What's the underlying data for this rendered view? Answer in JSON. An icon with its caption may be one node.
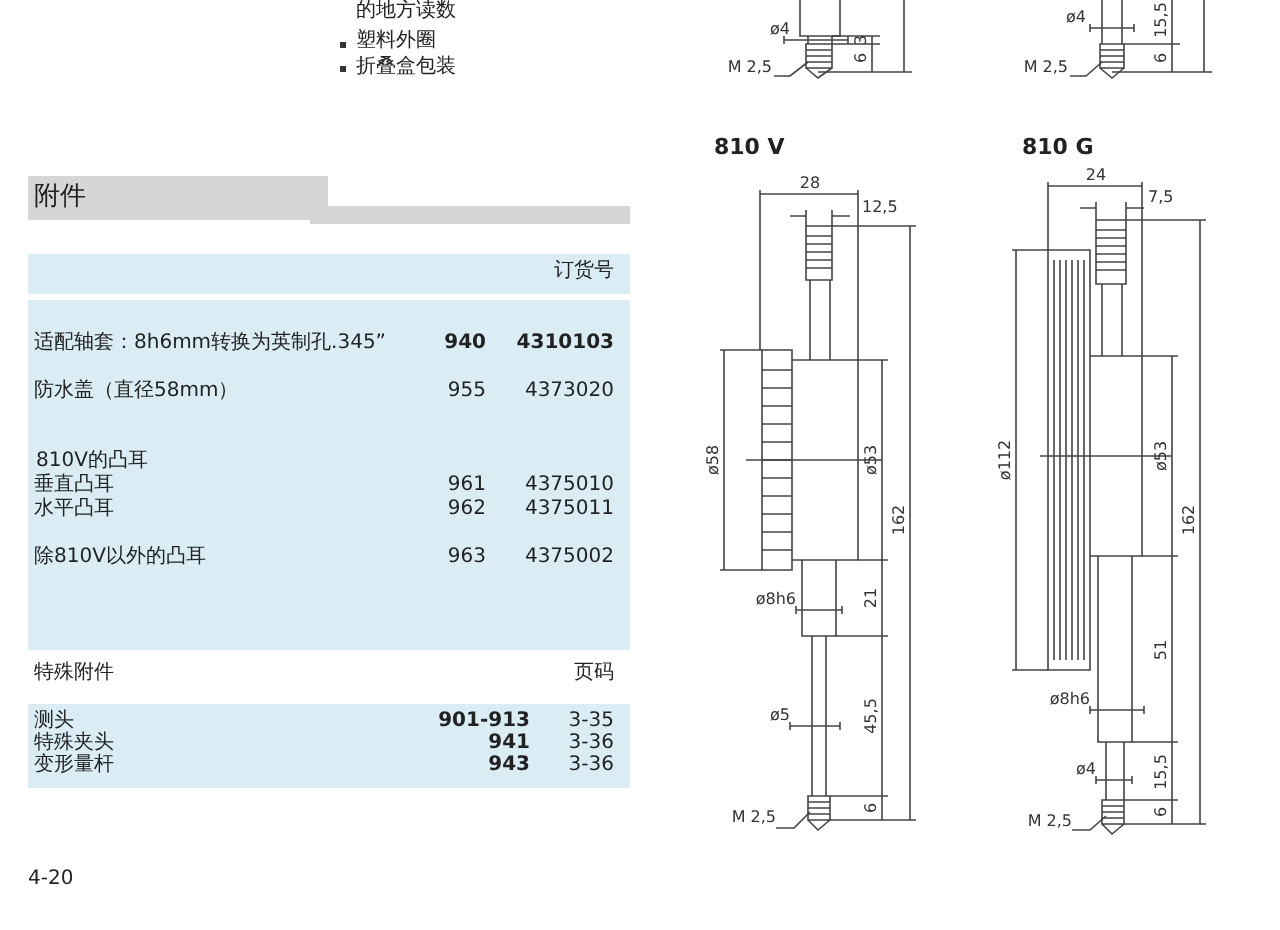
{
  "diagram": {
    "labels": [
      "的地方读数",
      "塑料外圈",
      "折叠盒包装",
      "ø4",
      "3",
      "M 2,5",
      "6",
      "ø4",
      "15,5",
      "M 2,5",
      "6",
      "附件",
      "810 V",
      "810 G",
      "28",
      "12,5",
      "ø58",
      "ø53",
      "162",
      "ø8h6",
      "21",
      "ø5",
      "45,5",
      "M 2,5",
      "6",
      "24",
      "7,5",
      "ø112",
      "ø53",
      "162",
      "51",
      "ø8h6",
      "ø4",
      "15,5",
      "M 2,5",
      "6",
      "订货号",
      "适配轴套：8h6mm转换为英制孔.345”",
      "940",
      "4310103",
      "防水盖（直径58mm）",
      "955",
      "4373020",
      "810V的凸耳",
      "垂直凸耳",
      "961",
      "4375010",
      "水平凸耳",
      "962",
      "4375011",
      "除810V以外的凸耳",
      "963",
      "4375002",
      "特殊附件",
      "页码",
      "测头",
      "901-913",
      "3-35",
      "特殊夹头",
      "941",
      "3-36",
      "变形量杆",
      "943",
      "3-36",
      "4-20"
    ]
  }
}
